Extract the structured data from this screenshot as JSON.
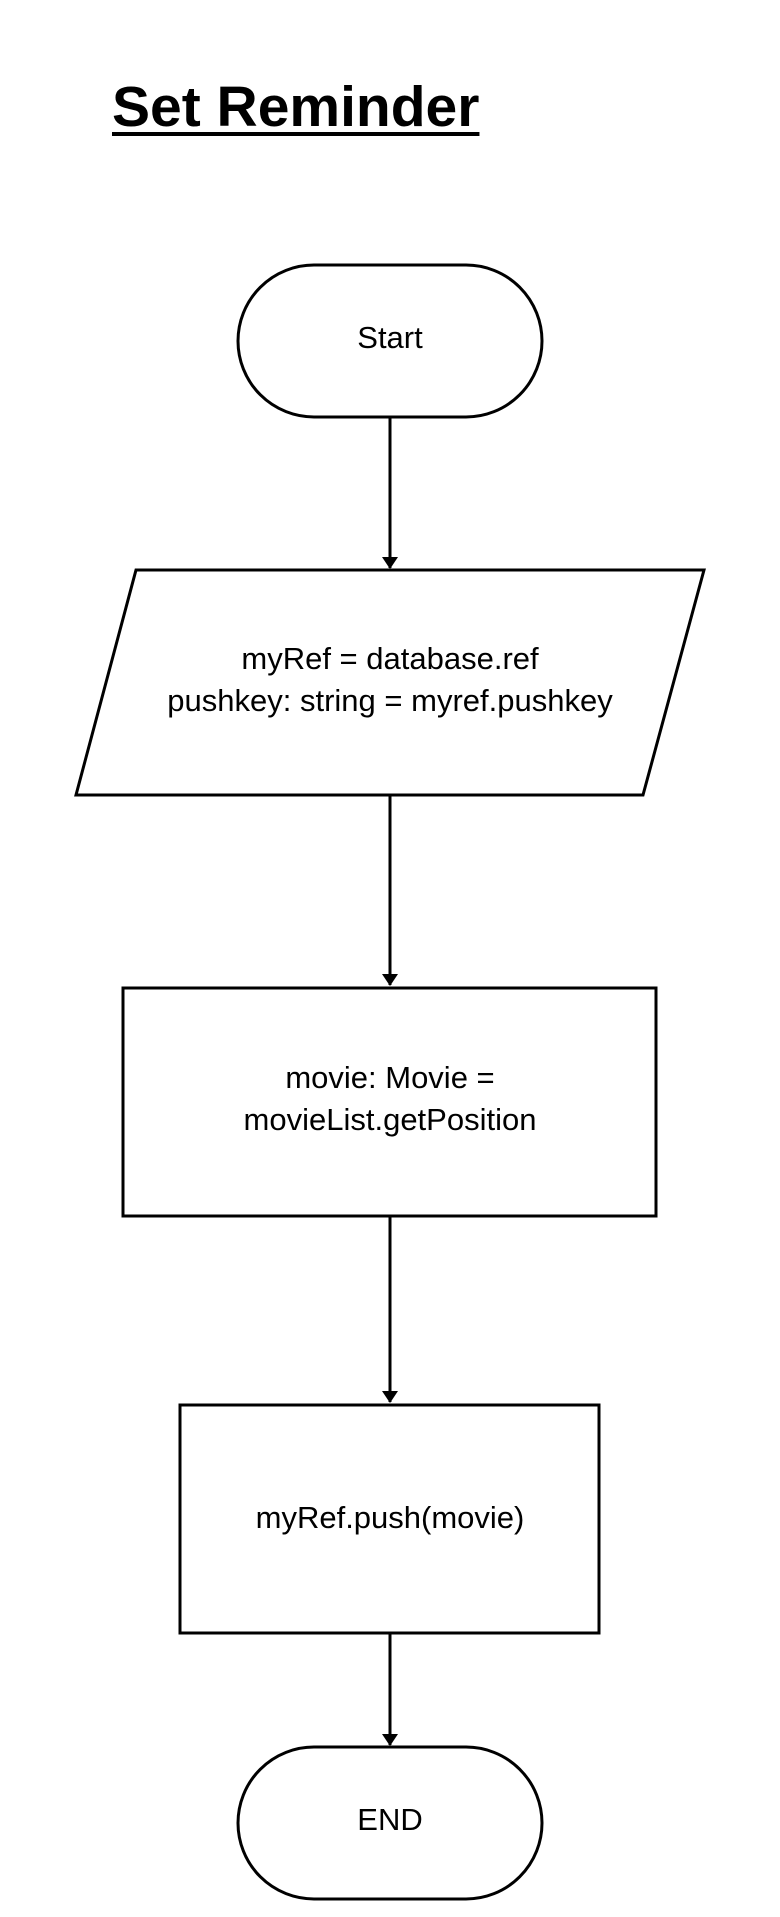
{
  "diagram": {
    "title": "Set Reminder",
    "nodes": [
      {
        "id": "start",
        "shape": "terminator",
        "lines": [
          "Start"
        ]
      },
      {
        "id": "input",
        "shape": "parallelogram",
        "lines": [
          "myRef = database.ref",
          "pushkey: string = myref.pushkey"
        ]
      },
      {
        "id": "process-movie",
        "shape": "rectangle",
        "lines": [
          "movie: Movie =",
          "movieList.getPosition"
        ]
      },
      {
        "id": "process-push",
        "shape": "rectangle",
        "lines": [
          "myRef.push(movie)"
        ]
      },
      {
        "id": "end",
        "shape": "terminator",
        "lines": [
          "END"
        ]
      }
    ],
    "edges": [
      {
        "from": "start",
        "to": "input"
      },
      {
        "from": "input",
        "to": "process-movie"
      },
      {
        "from": "process-movie",
        "to": "process-push"
      },
      {
        "from": "process-push",
        "to": "end"
      }
    ],
    "colors": {
      "stroke": "#000000",
      "fill": "#ffffff",
      "text": "#000000"
    }
  }
}
